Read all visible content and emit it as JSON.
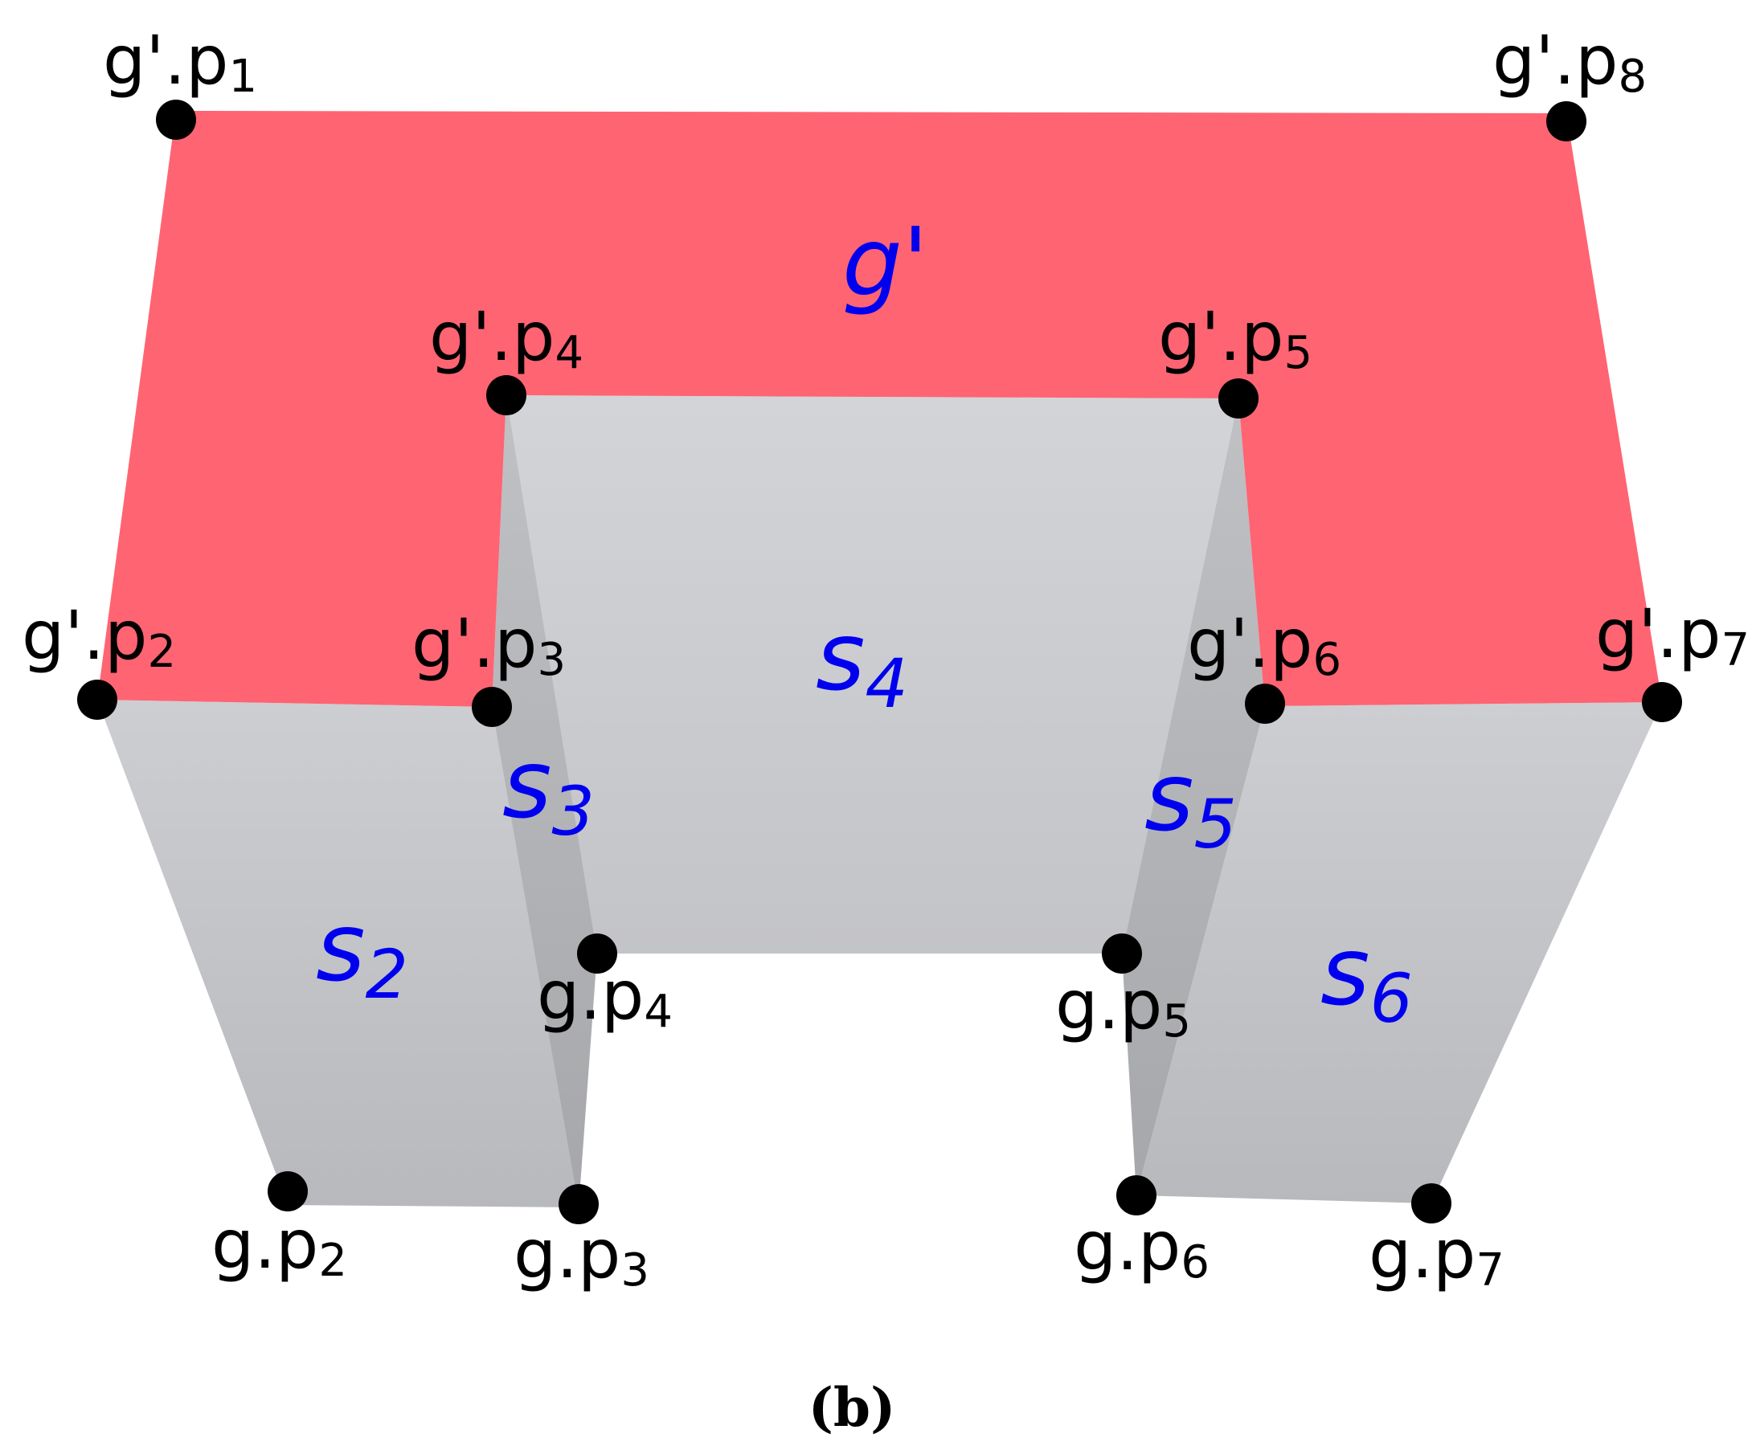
{
  "colors": {
    "top_face": "#ff6473",
    "side_face_light": "#d0d1d6",
    "side_face_dark": "#b7b8bc",
    "side_face_shadow": "#a9aaad",
    "vertex": "#000000",
    "face_label": "#0000ee"
  },
  "top_face_label": "g'",
  "point_labels": [
    {
      "id": "gp1",
      "base": "g'.p",
      "index": "1"
    },
    {
      "id": "gp8",
      "base": "g'.p",
      "index": "8"
    },
    {
      "id": "gp4",
      "base": "g'.p",
      "index": "4"
    },
    {
      "id": "gp5",
      "base": "g'.p",
      "index": "5"
    },
    {
      "id": "gp2",
      "base": "g'.p",
      "index": "2"
    },
    {
      "id": "gp3",
      "base": "g'.p",
      "index": "3"
    },
    {
      "id": "gp6",
      "base": "g'.p",
      "index": "6"
    },
    {
      "id": "gp7",
      "base": "g'.p",
      "index": "7"
    },
    {
      "id": "g4",
      "base": "g.p",
      "index": "4"
    },
    {
      "id": "g5",
      "base": "g.p",
      "index": "5"
    },
    {
      "id": "g2",
      "base": "g.p",
      "index": "2"
    },
    {
      "id": "g3",
      "base": "g.p",
      "index": "3"
    },
    {
      "id": "g6",
      "base": "g.p",
      "index": "6"
    },
    {
      "id": "g7",
      "base": "g.p",
      "index": "7"
    }
  ],
  "face_labels": [
    {
      "id": "s2",
      "base": "s",
      "index": "2"
    },
    {
      "id": "s3",
      "base": "s",
      "index": "3"
    },
    {
      "id": "s4",
      "base": "s",
      "index": "4"
    },
    {
      "id": "s5",
      "base": "s",
      "index": "5"
    },
    {
      "id": "s6",
      "base": "s",
      "index": "6"
    }
  ],
  "caption": "(b)"
}
